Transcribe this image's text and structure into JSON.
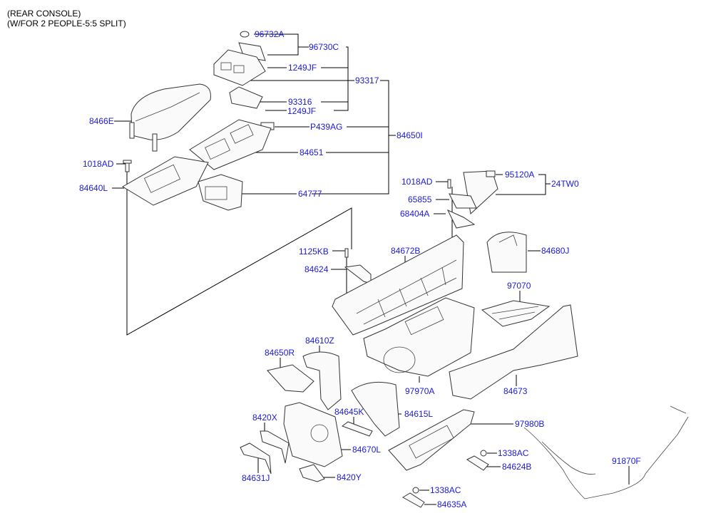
{
  "header": {
    "line1": "(REAR CONSOLE)",
    "line2": "(W/FOR 2 PEOPLE-5:5 SPLIT)"
  },
  "label_color": "#1a1adb",
  "parts": {
    "p96732A": "96732A",
    "p96730C": "96730C",
    "p1249JF_a": "1249JF",
    "p93317": "93317",
    "p93316": "93316",
    "p1249JF_b": "1249JF",
    "p8466E": "8466E",
    "pP439AG": "P439AG",
    "p84650I": "84650I",
    "p84651": "84651",
    "p1018AD_a": "1018AD",
    "p84640L": "84640L",
    "p64777": "64777",
    "p1018AD_b": "1018AD",
    "p95120A": "95120A",
    "p24TW0": "24TW0",
    "p65855": "65855",
    "p68404A": "68404A",
    "p1125KB": "1125KB",
    "p84672B": "84672B",
    "p84680J": "84680J",
    "p84624": "84624",
    "p97070": "97070",
    "p84610Z": "84610Z",
    "p84650R": "84650R",
    "p97970A": "97970A",
    "p84673": "84673",
    "p8420X": "8420X",
    "p84645K": "84645K",
    "p84615L": "84615L",
    "p97980B": "97980B",
    "p84670L": "84670L",
    "p1338AC_a": "1338AC",
    "p84624B": "84624B",
    "p91870F": "91870F",
    "p84631J": "84631J",
    "p8420Y": "8420Y",
    "p1338AC_b": "1338AC",
    "p84635A": "84635A"
  }
}
